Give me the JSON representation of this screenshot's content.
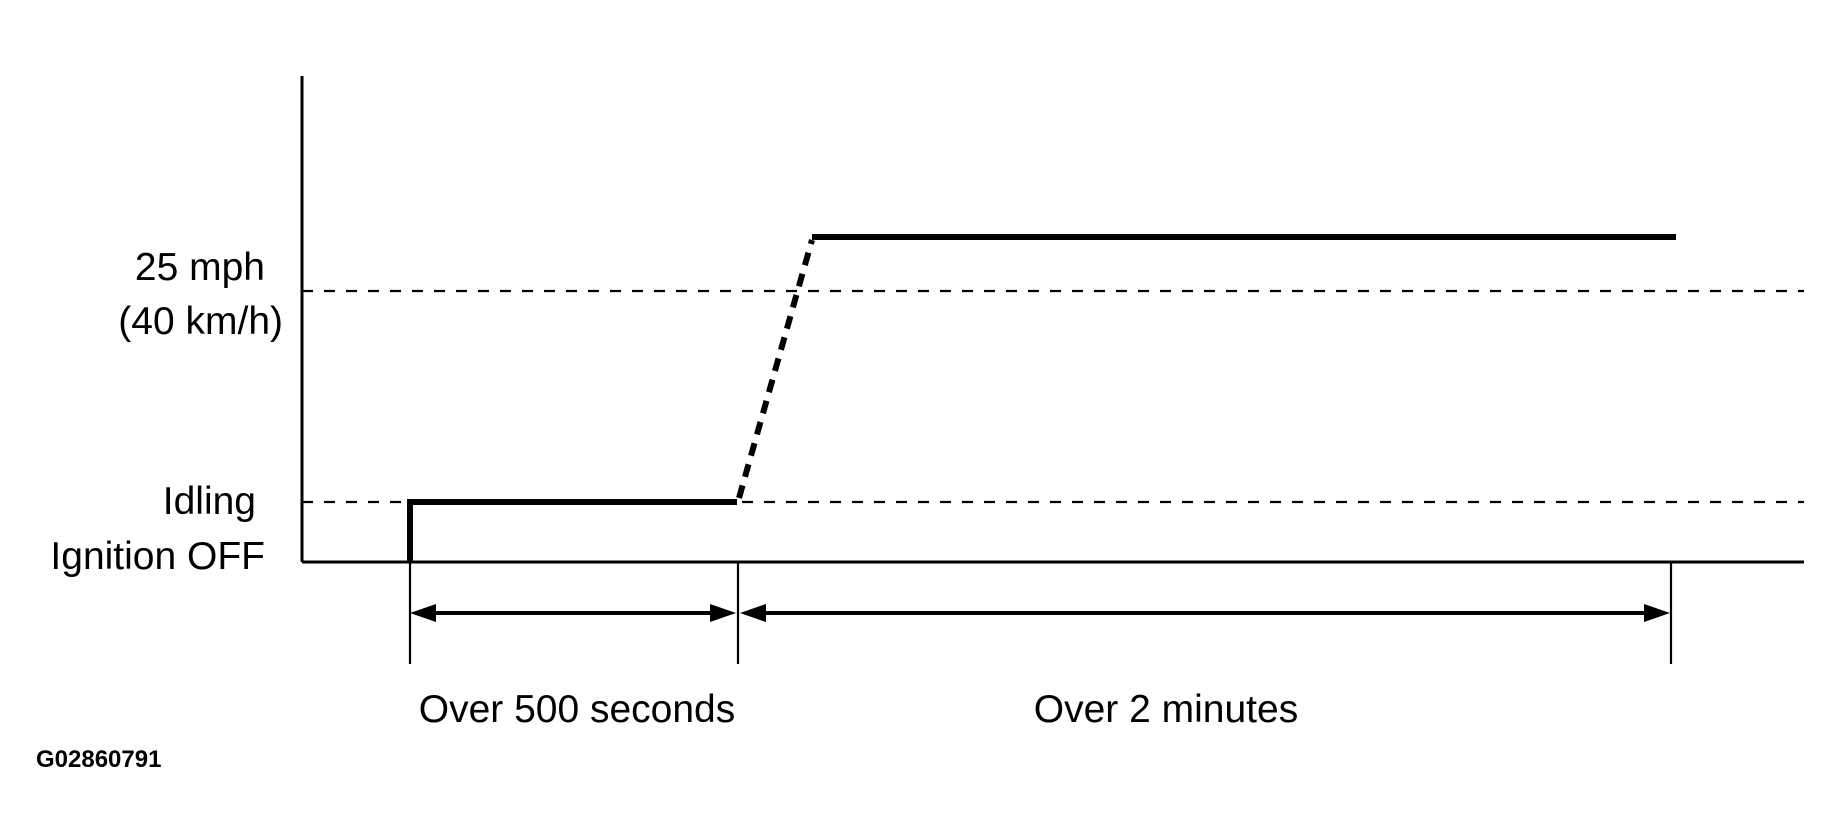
{
  "diagram": {
    "y_labels": {
      "speed_25_line1": "25 mph",
      "speed_25_line2": "(40 km/h)",
      "idling": "Idling",
      "ignition_off": "Ignition OFF"
    },
    "periods": [
      {
        "label": "Over 500 seconds"
      },
      {
        "label": "Over 2 minutes"
      }
    ],
    "figure_code": "G02860791"
  }
}
